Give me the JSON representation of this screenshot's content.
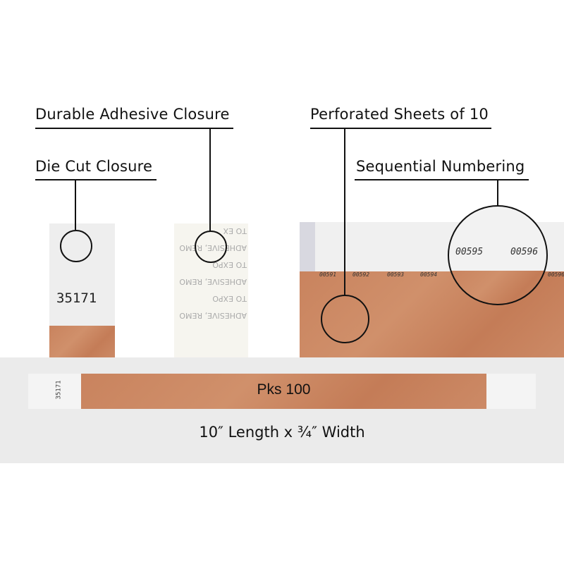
{
  "callouts": {
    "adhesive": "Durable Adhesive Closure",
    "diecut": "Die Cut Closure",
    "perforated": "Perforated Sheets of 10",
    "sequential": "Sequential Numbering"
  },
  "diecut_band": {
    "number": "35171"
  },
  "adhesive_band": {
    "lines": [
      "ADHESIVE, REMO",
      "TO EXPO",
      "TO EX"
    ]
  },
  "stack": {
    "numbers": [
      "00591",
      "00592",
      "00593",
      "00594",
      "00596"
    ],
    "zoom_numbers": [
      "00595",
      "00596"
    ]
  },
  "wristband": {
    "label": "Pks 100",
    "number": "35171"
  },
  "dimensions": "10″ Length x ¾″ Width",
  "colors": {
    "band": "#c9835e",
    "background": "#ffffff",
    "panel": "#ebebeb"
  }
}
